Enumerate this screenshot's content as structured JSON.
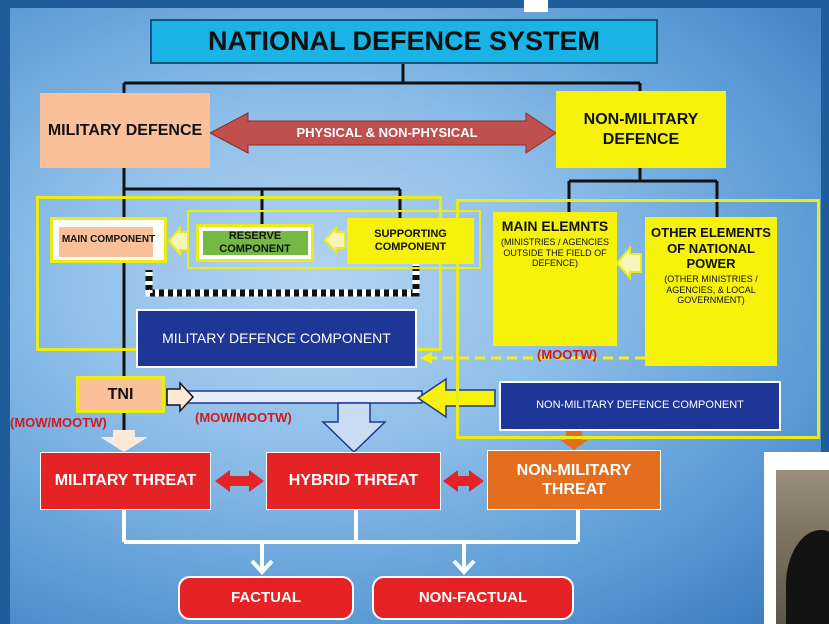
{
  "title": "NATIONAL DEFENCE SYSTEM",
  "military_defence": "MILITARY DEFENCE",
  "nonmilitary_defence": "NON-MILITARY DEFENCE",
  "physical_link": "PHYSICAL & NON-PHYSICAL",
  "main_component": "MAIN COMPONENT",
  "reserve_component": "RESERVE COMPONENT",
  "supporting_component": "SUPPORTING COMPONENT",
  "military_defence_component": "MILITARY DEFENCE COMPONENT",
  "main_elements": {
    "title": "MAIN ELEMNTS",
    "detail": "(MINISTRIES / AGENCIES OUTSIDE THE FIELD OF DEFENCE)"
  },
  "other_elements": {
    "title": "OTHER ELEMENTS OF NATIONAL POWER",
    "detail": "(OTHER MINISTRIES / AGENCIES, & LOCAL GOVERNMENT)"
  },
  "nonmilitary_defence_component": "NON-MILITARY DEFENCE COMPONENT",
  "tni": "TNI",
  "mow_mootw_left": "(MOW/MOOTW)",
  "mow_mootw_center": "(MOW/MOOTW)",
  "mootw_right": "(MOOTW)",
  "threats": {
    "military": "MILITARY THREAT",
    "hybrid": "HYBRID THREAT",
    "nonmilitary": "NON-MILITARY THREAT"
  },
  "outcomes": {
    "factual": "FACTUAL",
    "nonfactual": "NON-FACTUAL"
  },
  "colors": {
    "title_fill": "#1ab3e6",
    "military_fill": "#fac09a",
    "nonmilitary_fill": "#f6f20a",
    "component_fill": "#1e3796",
    "threat_red": "#e52326",
    "threat_orange": "#e36f1e",
    "reserve_green": "#74b944",
    "double_arrow": "#c0504d"
  }
}
